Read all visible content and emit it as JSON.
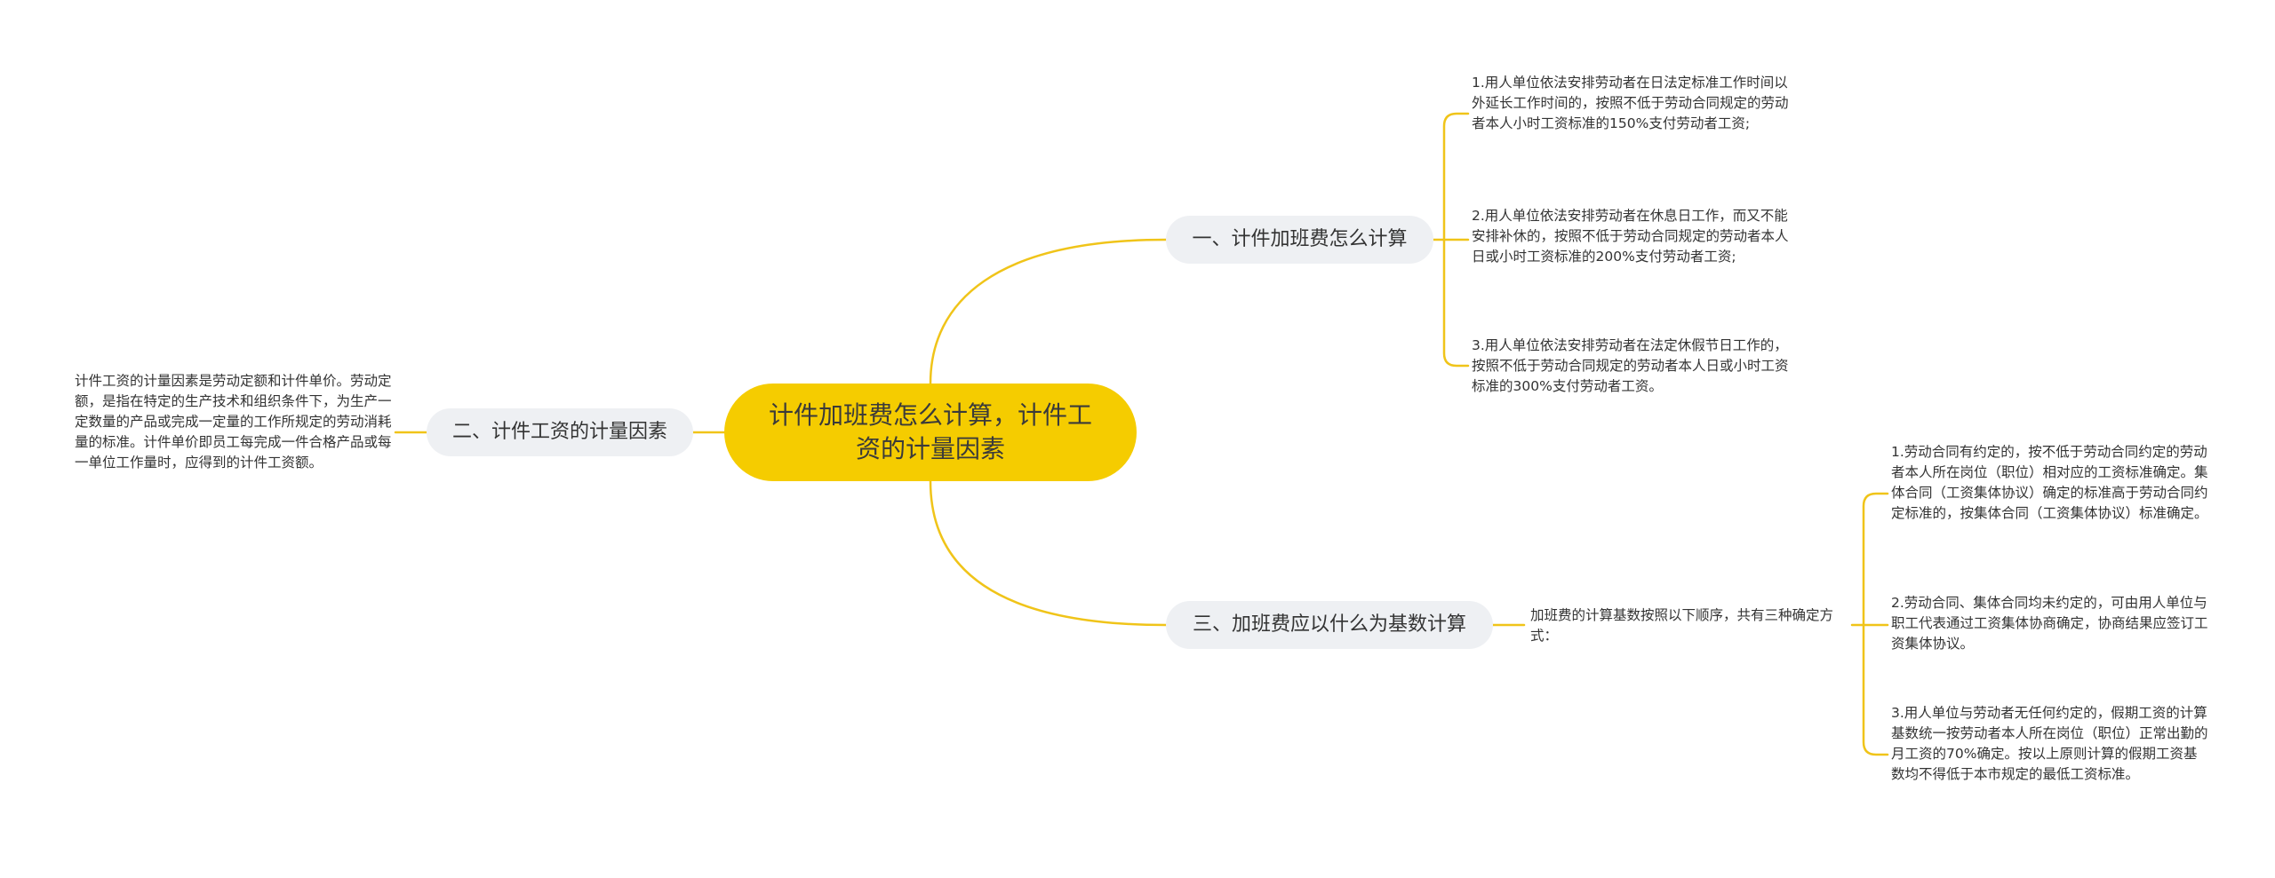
{
  "central": "计件加班费怎么计算，计件工资的计量因素",
  "branches": {
    "b1": {
      "label": "一、计件加班费怎么计算",
      "leaves": [
        "1.用人单位依法安排劳动者在日法定标准工作时间以外延长工作时间的，按照不低于劳动合同规定的劳动者本人小时工资标准的150%支付劳动者工资;",
        "2.用人单位依法安排劳动者在休息日工作，而又不能安排补休的，按照不低于劳动合同规定的劳动者本人日或小时工资标准的200%支付劳动者工资;",
        "3.用人单位依法安排劳动者在法定休假节日工作的，按照不低于劳动合同规定的劳动者本人日或小时工资标准的300%支付劳动者工资。"
      ]
    },
    "b2": {
      "label": "二、计件工资的计量因素",
      "leaves": [
        "计件工资的计量因素是劳动定额和计件单价。劳动定额，是指在特定的生产技术和组织条件下，为生产一定数量的产品或完成一定量的工作所规定的劳动消耗量的标准。计件单价即员工每完成一件合格产品或每一单位工作量时，应得到的计件工资额。"
      ]
    },
    "b3": {
      "label": "三、加班费应以什么为基数计算",
      "intermediate": "加班费的计算基数按照以下顺序，共有三种确定方式：",
      "leaves": [
        "1.劳动合同有约定的，按不低于劳动合同约定的劳动者本人所在岗位（职位）相对应的工资标准确定。集体合同（工资集体协议）确定的标准高于劳动合同约定标准的，按集体合同（工资集体协议）标准确定。",
        "2.劳动合同、集体合同均未约定的，可由用人单位与职工代表通过工资集体协商确定，协商结果应签订工资集体协议。",
        "3.用人单位与劳动者无任何约定的，假期工资的计算基数统一按劳动者本人所在岗位（职位）正常出勤的月工资的70%确定。按以上原则计算的假期工资基数均不得低于本市规定的最低工资标准。"
      ]
    }
  },
  "colors": {
    "accent": "#f5cc00",
    "line": "#f0c419",
    "branch_bg": "#eef0f3",
    "text": "#333333"
  }
}
